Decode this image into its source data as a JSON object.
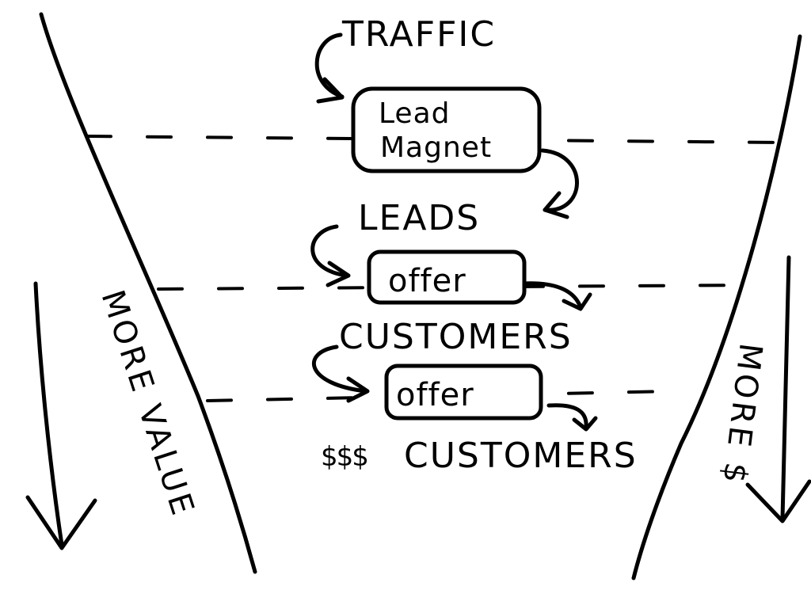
{
  "stages": {
    "traffic": "TRAFFIC",
    "leads": "LEADS",
    "customers": "CUSTOMERS",
    "premium_customers": "CUSTOMERS",
    "premium_prefix": "$$$"
  },
  "boxes": {
    "lead_magnet_line1": "Lead",
    "lead_magnet_line2": "Magnet",
    "offer_1": "offer",
    "offer_2": "offer"
  },
  "sides": {
    "left_label": "MORE VALUE",
    "right_label": "MORE $"
  },
  "colors": {
    "ink": "#000000",
    "paper": "#ffffff"
  }
}
